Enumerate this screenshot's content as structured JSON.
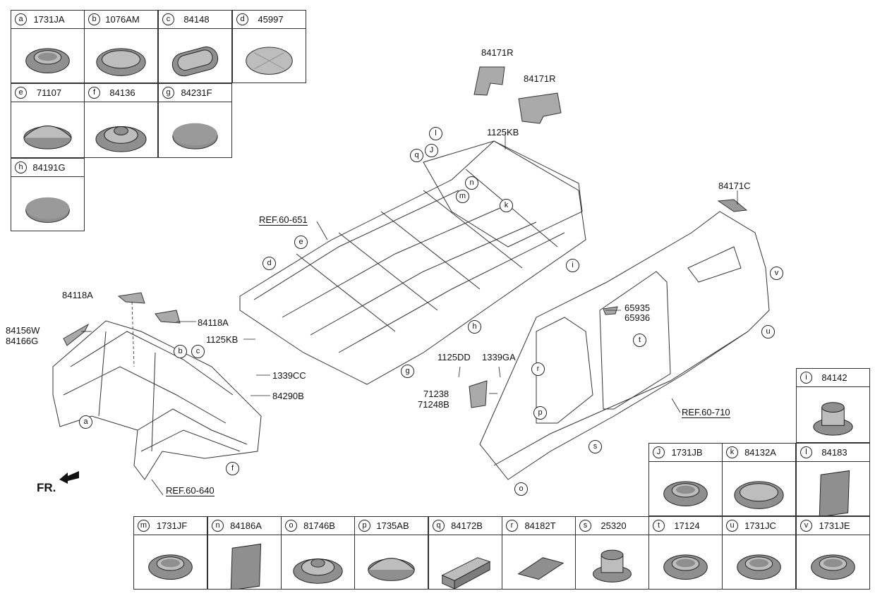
{
  "part_cells": [
    {
      "letter": "a",
      "part": "1731JA",
      "shape": "grommet"
    },
    {
      "letter": "b",
      "part": "1076AM",
      "shape": "oval-plug"
    },
    {
      "letter": "c",
      "part": "84148",
      "shape": "oblong-plug"
    },
    {
      "letter": "d",
      "part": "45997",
      "shape": "oval-flat"
    },
    {
      "letter": "e",
      "part": "71107",
      "shape": "dome"
    },
    {
      "letter": "f",
      "part": "84136",
      "shape": "stepped-plug"
    },
    {
      "letter": "g",
      "part": "84231F",
      "shape": "disc"
    },
    {
      "letter": "h",
      "part": "84191G",
      "shape": "disc"
    },
    {
      "letter": "i",
      "part": "84142",
      "shape": "clip-plug"
    },
    {
      "letter": "J",
      "part": "1731JB",
      "shape": "grommet"
    },
    {
      "letter": "k",
      "part": "84132A",
      "shape": "oval-plug"
    },
    {
      "letter": "l",
      "part": "84183",
      "shape": "pad"
    },
    {
      "letter": "m",
      "part": "1731JF",
      "shape": "grommet"
    },
    {
      "letter": "n",
      "part": "84186A",
      "shape": "pad"
    },
    {
      "letter": "o",
      "part": "81746B",
      "shape": "stepped-plug"
    },
    {
      "letter": "p",
      "part": "1735AB",
      "shape": "dome"
    },
    {
      "letter": "q",
      "part": "84172B",
      "shape": "block"
    },
    {
      "letter": "r",
      "part": "84182T",
      "shape": "flat-pad"
    },
    {
      "letter": "s",
      "part": "25320",
      "shape": "clip-plug"
    },
    {
      "letter": "t",
      "part": "17124",
      "shape": "grommet"
    },
    {
      "letter": "u",
      "part": "1731JC",
      "shape": "grommet"
    },
    {
      "letter": "v",
      "part": "1731JE",
      "shape": "grommet"
    }
  ],
  "labels": {
    "p84171R_1": "84171R",
    "p84171R_2": "84171R",
    "p1125KB_top": "1125KB",
    "p84171C": "84171C",
    "ref651": "REF.60-651",
    "p84118A_1": "84118A",
    "p84118A_2": "84118A",
    "p84156W": "84156W",
    "p84166G": "84166G",
    "p1125KB_mid": "1125KB",
    "p1339CC": "1339CC",
    "p84290B": "84290B",
    "ref640": "REF.60-640",
    "fr": "FR.",
    "p1125DD": "1125DD",
    "p1339GA": "1339GA",
    "p71238": "71238",
    "p71248B": "71248B",
    "p65935": "65935",
    "p65936": "65936",
    "ref710": "REF.60-710"
  },
  "callouts": [
    "a",
    "b",
    "c",
    "d",
    "e",
    "f",
    "g",
    "h",
    "i",
    "J",
    "k",
    "l",
    "m",
    "n",
    "o",
    "p",
    "q",
    "r",
    "s",
    "t",
    "u",
    "v"
  ],
  "colors": {
    "part_fill": "#8f8f8f",
    "part_light": "#bdbdbd",
    "line": "#222222"
  }
}
